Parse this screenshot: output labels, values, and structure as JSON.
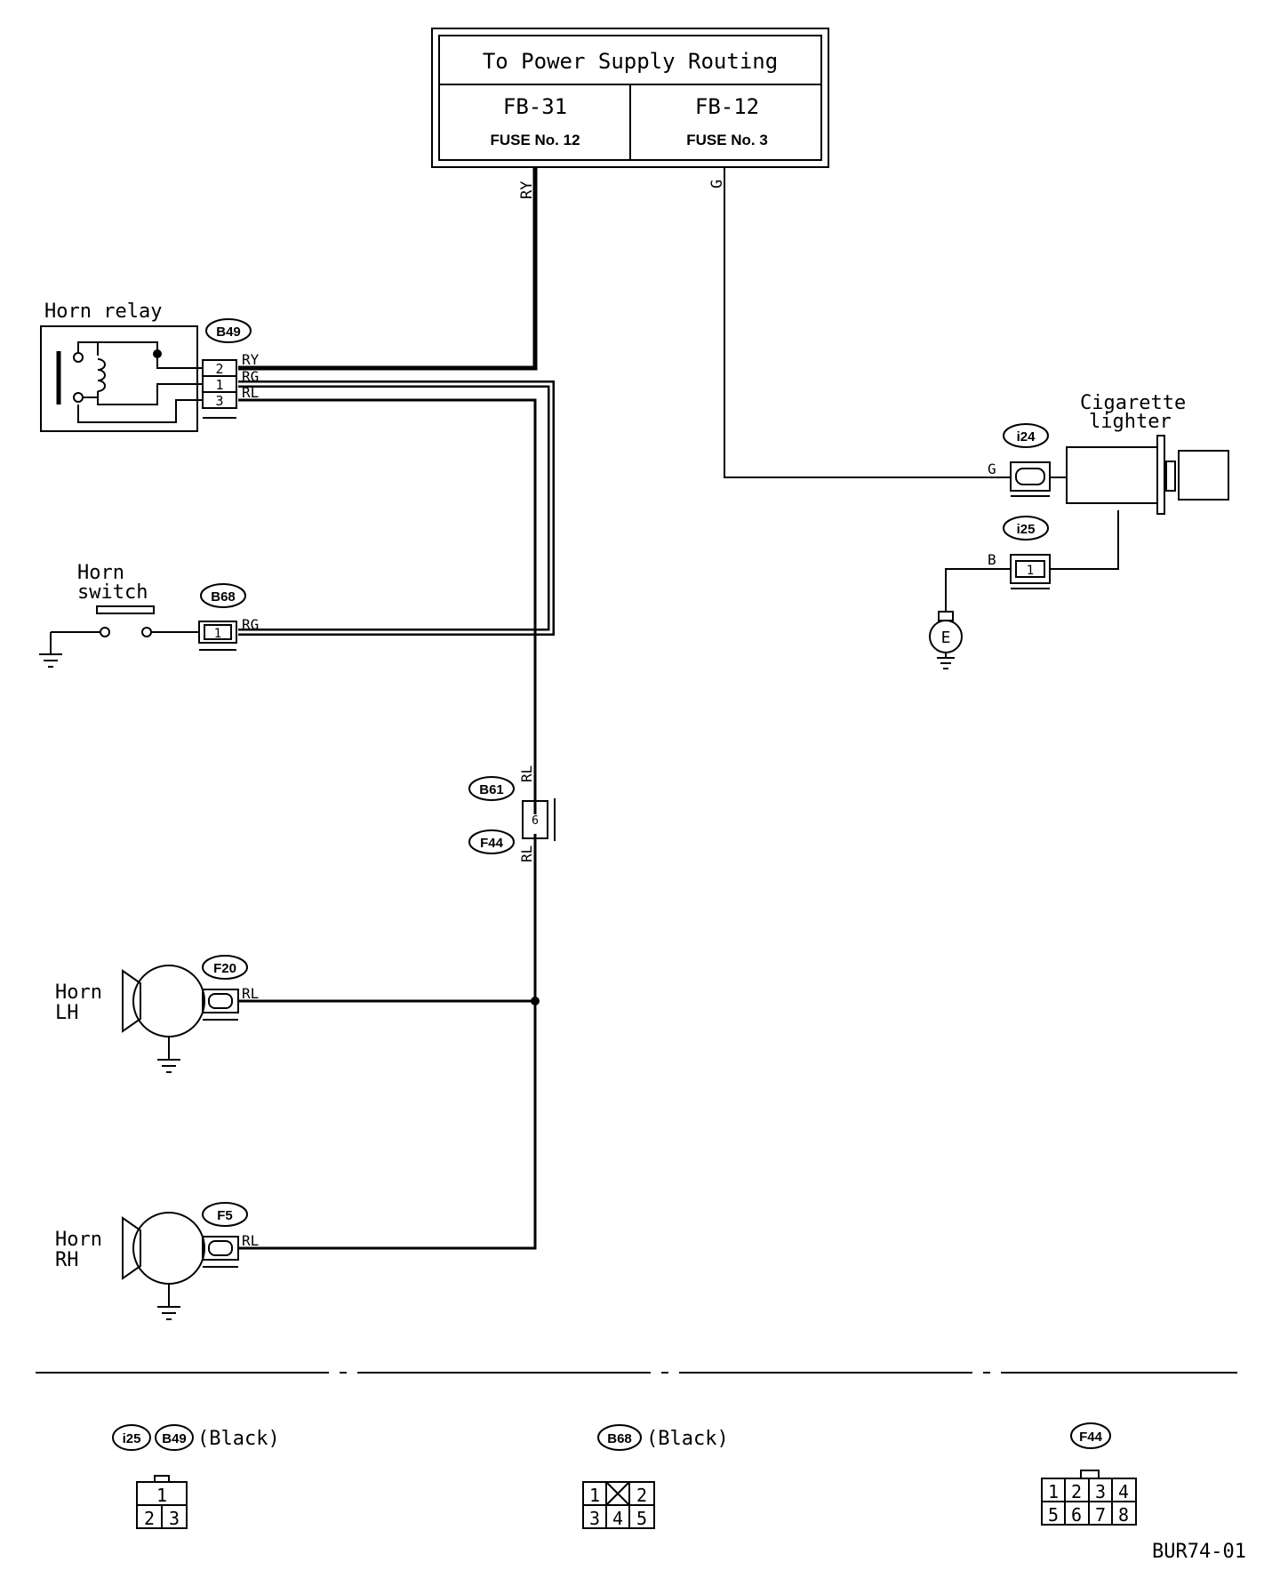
{
  "power_box": {
    "title": "To Power Supply Routing",
    "left": {
      "fb": "FB-31",
      "fuse": "FUSE No. 12"
    },
    "right": {
      "fb": "FB-12",
      "fuse": "FUSE No. 3"
    }
  },
  "wire_colors": {
    "ry": "RY",
    "rg": "RG",
    "rl": "RL",
    "g": "G",
    "b": "B"
  },
  "components": {
    "horn_relay": "Horn relay",
    "horn_switch_1": "Horn",
    "horn_switch_2": "switch",
    "cig_lighter_1": "Cigarette",
    "cig_lighter_2": "lighter",
    "horn_lh_1": "Horn",
    "horn_lh_2": "LH",
    "horn_rh_1": "Horn",
    "horn_rh_2": "RH",
    "ground_e": "E"
  },
  "connectors": {
    "b49": "B49",
    "b68": "B68",
    "b61": "B61",
    "f44": "F44",
    "f20": "F20",
    "f5": "F5",
    "i24": "i24",
    "i25": "i25"
  },
  "pins": {
    "relay": [
      "2",
      "1",
      "3"
    ],
    "b68": "1",
    "i25": "1",
    "f44_joint": "6"
  },
  "legend": {
    "group1": {
      "c1": "i25",
      "c2": "B49",
      "note": "(Black)",
      "pins_top": [
        "1"
      ],
      "pins_bottom": [
        "2",
        "3"
      ]
    },
    "group2": {
      "c1": "B68",
      "note": "(Black)",
      "pins_top": [
        "1",
        "2"
      ],
      "pins_bottom": [
        "3",
        "4",
        "5"
      ]
    },
    "group3": {
      "c1": "F44",
      "pins_top": [
        "1",
        "2",
        "3",
        "4"
      ],
      "pins_bottom": [
        "5",
        "6",
        "7",
        "8"
      ]
    }
  },
  "diagram_code": "BUR74-01"
}
